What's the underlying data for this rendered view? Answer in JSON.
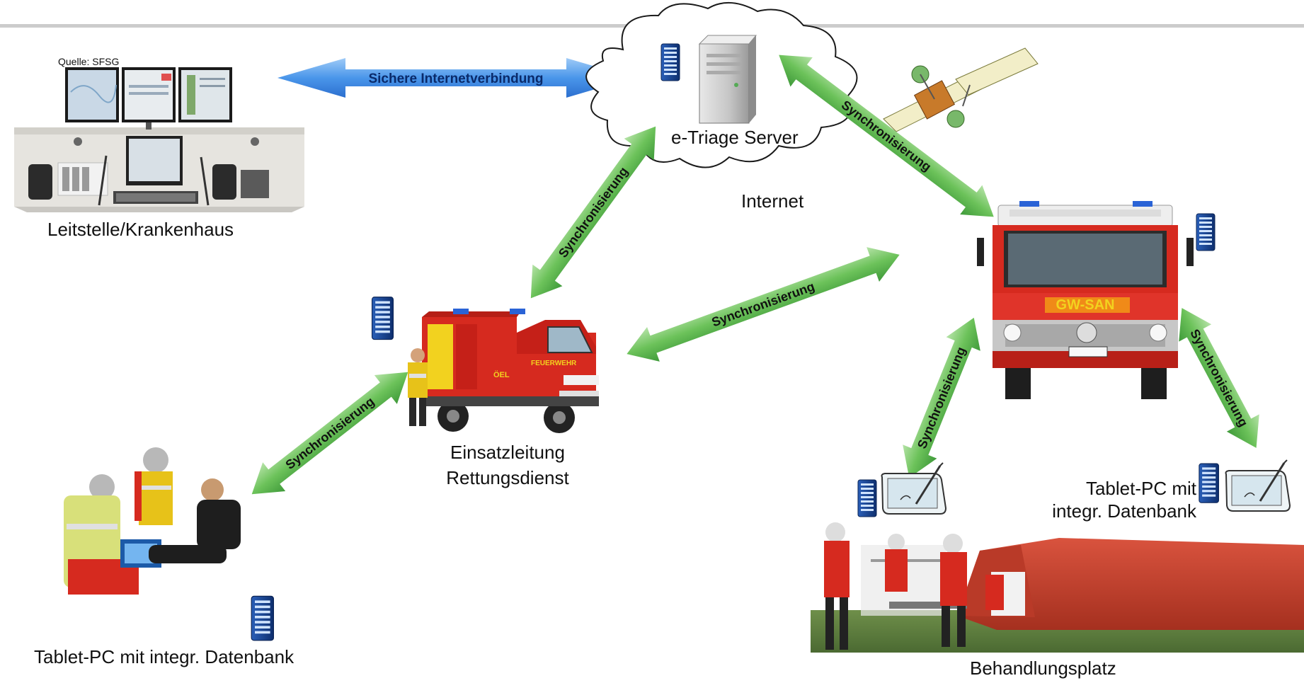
{
  "header": {
    "line_color": "#cccccc"
  },
  "nodes": {
    "leitstelle": {
      "label": "Leitstelle/Krankenhaus",
      "source_note": "Quelle: SFSG",
      "icon": "control-room-monitors"
    },
    "server": {
      "label": "e-Triage Server",
      "cloud_label": "Internet",
      "icon": "server-tower"
    },
    "satellite": {
      "icon": "satellite-icon"
    },
    "einsatzleitung": {
      "label_line1": "Einsatzleitung",
      "label_line2": "Rettungsdienst",
      "icon": "command-van"
    },
    "gwsan": {
      "vehicle_text": "GW-SAN",
      "icon": "fire-truck"
    },
    "tablet_left": {
      "label": "Tablet-PC mit integr. Datenbank",
      "icon": "paramedics-with-tablet"
    },
    "tablet_right": {
      "label_line1": "Tablet-PC mit",
      "label_line2": "integr. Datenbank",
      "icon": "tablet-pen-icon"
    },
    "behandlungsplatz": {
      "label": "Behandlungsplatz",
      "icon": "treatment-tent"
    }
  },
  "arrows": {
    "secure": {
      "label": "Sichere Internetverbindung",
      "color": "#3d8ee8"
    },
    "sync_label": "Synchronisierung",
    "sync_color": "#5cb85c"
  },
  "van_text": "FEUERWEHR",
  "van_plate": "ÖEL"
}
